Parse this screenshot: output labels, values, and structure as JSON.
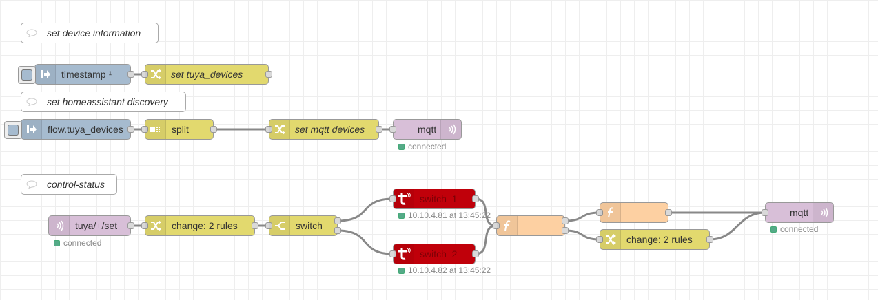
{
  "comments": {
    "device_info": "set device information",
    "ha_discovery": "set homeassistant discovery",
    "control_status": "control-status"
  },
  "nodes": {
    "timestamp": "timestamp ¹",
    "set_tuya_devices": "set tuya_devices",
    "flow_tuya_devices": "flow.tuya_devices",
    "split": "split",
    "set_mqtt_devices": "set mqtt devices",
    "mqtt_out_top": "mqtt",
    "tuya_set": "tuya/+/set",
    "change_rules_1": "change: 2 rules",
    "switch": "switch",
    "switch_1": "switch_1",
    "switch_2": "switch_2",
    "function_1": "",
    "function_2": "",
    "change_rules_2": "change: 2 rules",
    "mqtt_out_bottom": "mqtt"
  },
  "status": {
    "mqtt_top": "connected",
    "tuya_set": "connected",
    "switch_1": "10.10.4.81 at 13:45:22",
    "switch_2": "10.10.4.82 at 13:45:22",
    "mqtt_bottom": "connected"
  },
  "colors": {
    "inject": "#a6bbcf",
    "change": "#e2d96e",
    "mqtt": "#d8bfd8",
    "tuya": "#c0000a",
    "function": "#fdd0a2",
    "comment": "#ffffff",
    "status_connected": "#5a8"
  },
  "icons": {
    "inject": "inject-arrow-icon",
    "change": "shuffle-icon",
    "split": "split-icon",
    "switch": "switch-icon",
    "mqtt": "wifi-signal-icon",
    "tuya": "tuya-t-icon",
    "function": "function-f-icon",
    "comment": "speech-bubble-icon"
  }
}
